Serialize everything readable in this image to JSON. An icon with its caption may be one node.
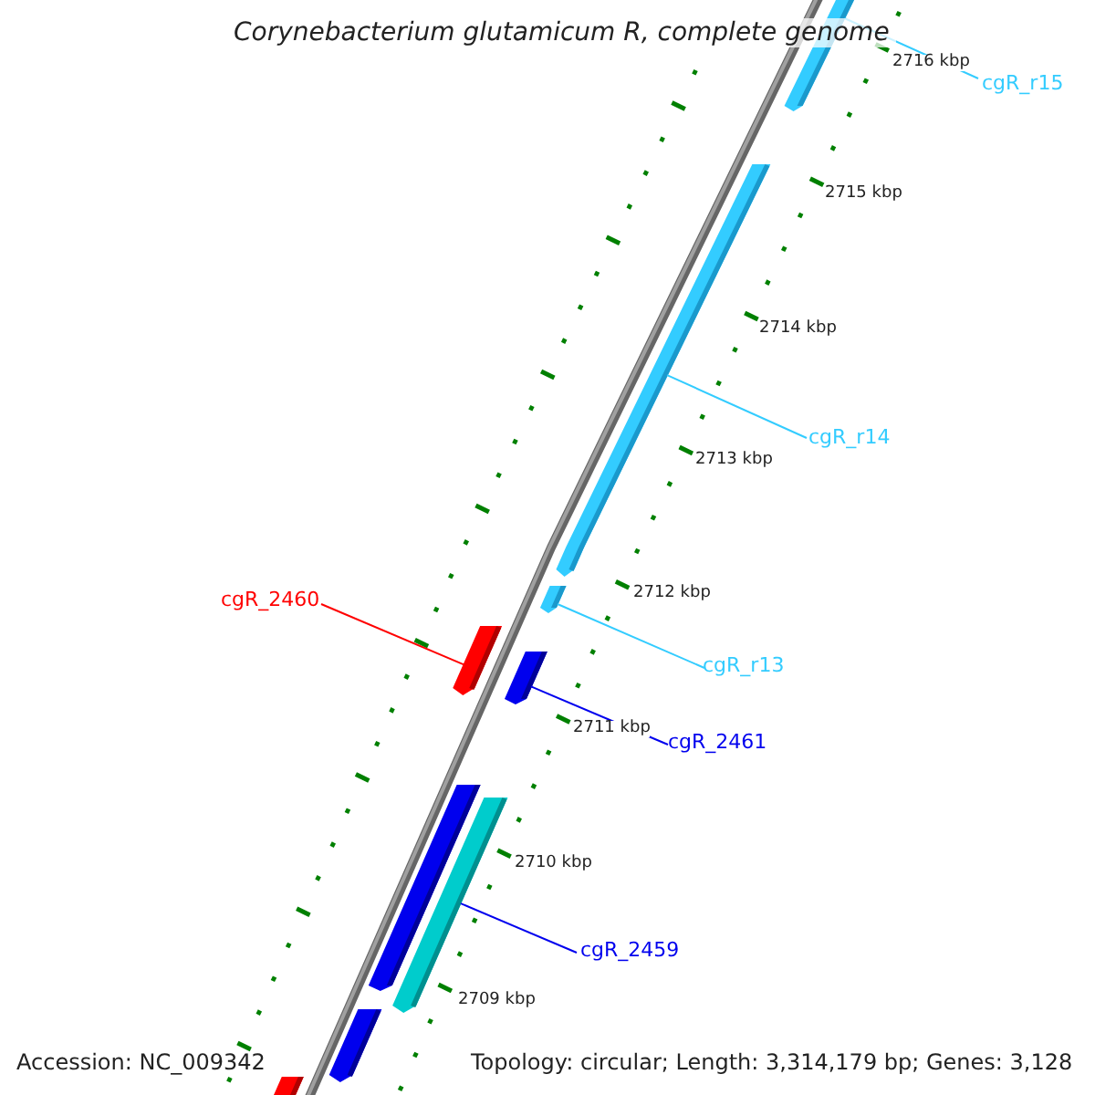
{
  "diagram": {
    "title": "Corynebacterium glutamicum R, complete genome",
    "nodes": [
      {
        "text": [
          "cgR_r15"
        ]
      },
      {
        "text": [],
        "shape": "bar"
      },
      {
        "text": [
          "cgR_r14"
        ]
      },
      {
        "text": [],
        "shape": "bar"
      },
      {
        "text": [
          "cgR_2460"
        ]
      },
      {
        "text": [],
        "shape": "bar"
      },
      {
        "text": [
          "cgR_r13"
        ]
      },
      {
        "text": [],
        "shape": "bar"
      },
      {
        "text": [
          "cgR_2461"
        ]
      },
      {
        "text": [],
        "shape": "bar"
      },
      {
        "text": [],
        "shape": "bar"
      },
      {
        "text": [
          "cgR_2459"
        ]
      },
      {
        "text": [],
        "shape": "bar"
      },
      {
        "text": [],
        "shape": "bar"
      },
      {
        "text": [],
        "shape": "bar"
      }
    ],
    "edges": [
      {
        "from": 0,
        "to": 1,
        "arrow": "none"
      },
      {
        "from": 2,
        "to": 3,
        "arrow": "none"
      },
      {
        "from": 4,
        "to": 5,
        "arrow": "none",
        "color": "#ff0000"
      },
      {
        "from": 6,
        "to": 7,
        "arrow": "none"
      },
      {
        "from": 8,
        "to": 9,
        "arrow": "none",
        "color": "#0000ee"
      },
      {
        "from": 11,
        "to": 12,
        "arrow": "none",
        "color": "#0000ee"
      }
    ],
    "labels": [
      "2716 kbp",
      "2715 kbp",
      "2714 kbp",
      "2713 kbp",
      "2712 kbp",
      "2711 kbp",
      "2710 kbp",
      "2709 kbp",
      "Accession: NC_009342",
      "Topology: circular; Length: 3,314,179 bp; Genes: 3,128"
    ]
  }
}
